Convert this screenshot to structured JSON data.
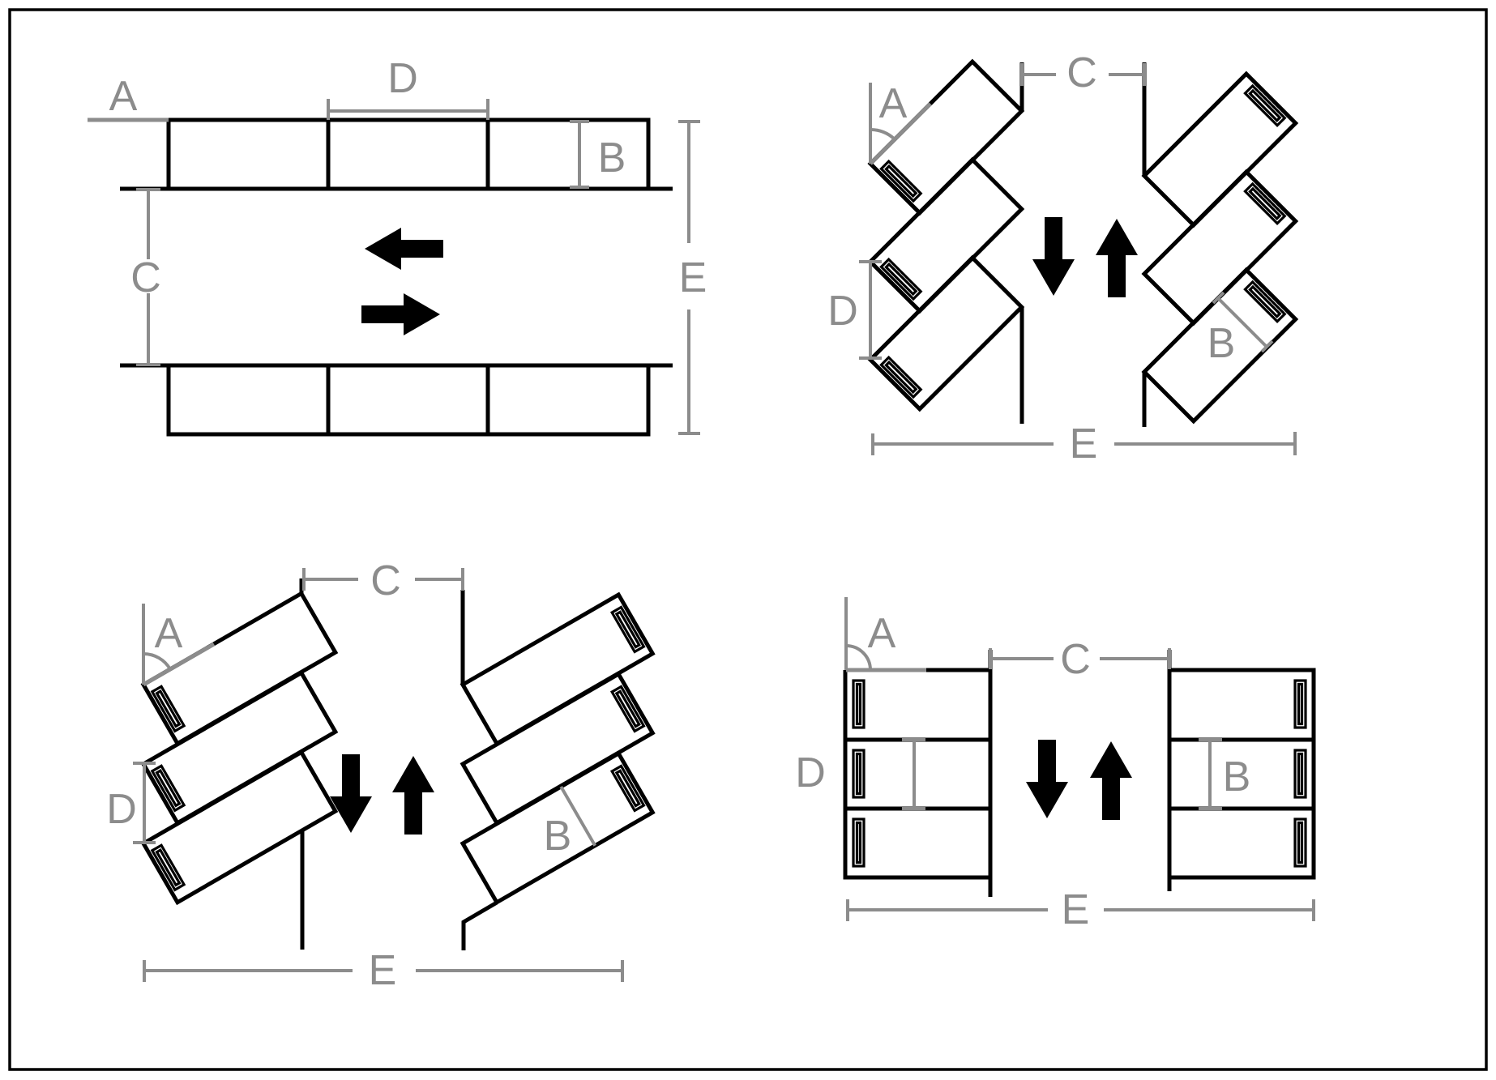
{
  "colors": {
    "ink": "#000000",
    "dim": "#8c8c8c",
    "background": "#ffffff"
  },
  "diagrams": {
    "parallel": {
      "labels": {
        "a": "A",
        "b": "B",
        "c": "C",
        "d": "D",
        "e": "E"
      },
      "arrow_icons": [
        "left-arrow",
        "right-arrow"
      ]
    },
    "angled_45": {
      "labels": {
        "a": "A",
        "b": "B",
        "c": "C",
        "d": "D",
        "e": "E"
      },
      "arrow_icons": [
        "down-arrow",
        "up-arrow"
      ]
    },
    "angled_60": {
      "labels": {
        "a": "A",
        "b": "B",
        "c": "C",
        "d": "D",
        "e": "E"
      },
      "arrow_icons": [
        "down-arrow",
        "up-arrow"
      ]
    },
    "perpendicular": {
      "labels": {
        "a": "A",
        "b": "B",
        "c": "C",
        "d": "D",
        "e": "E"
      },
      "arrow_icons": [
        "down-arrow",
        "up-arrow"
      ]
    }
  }
}
